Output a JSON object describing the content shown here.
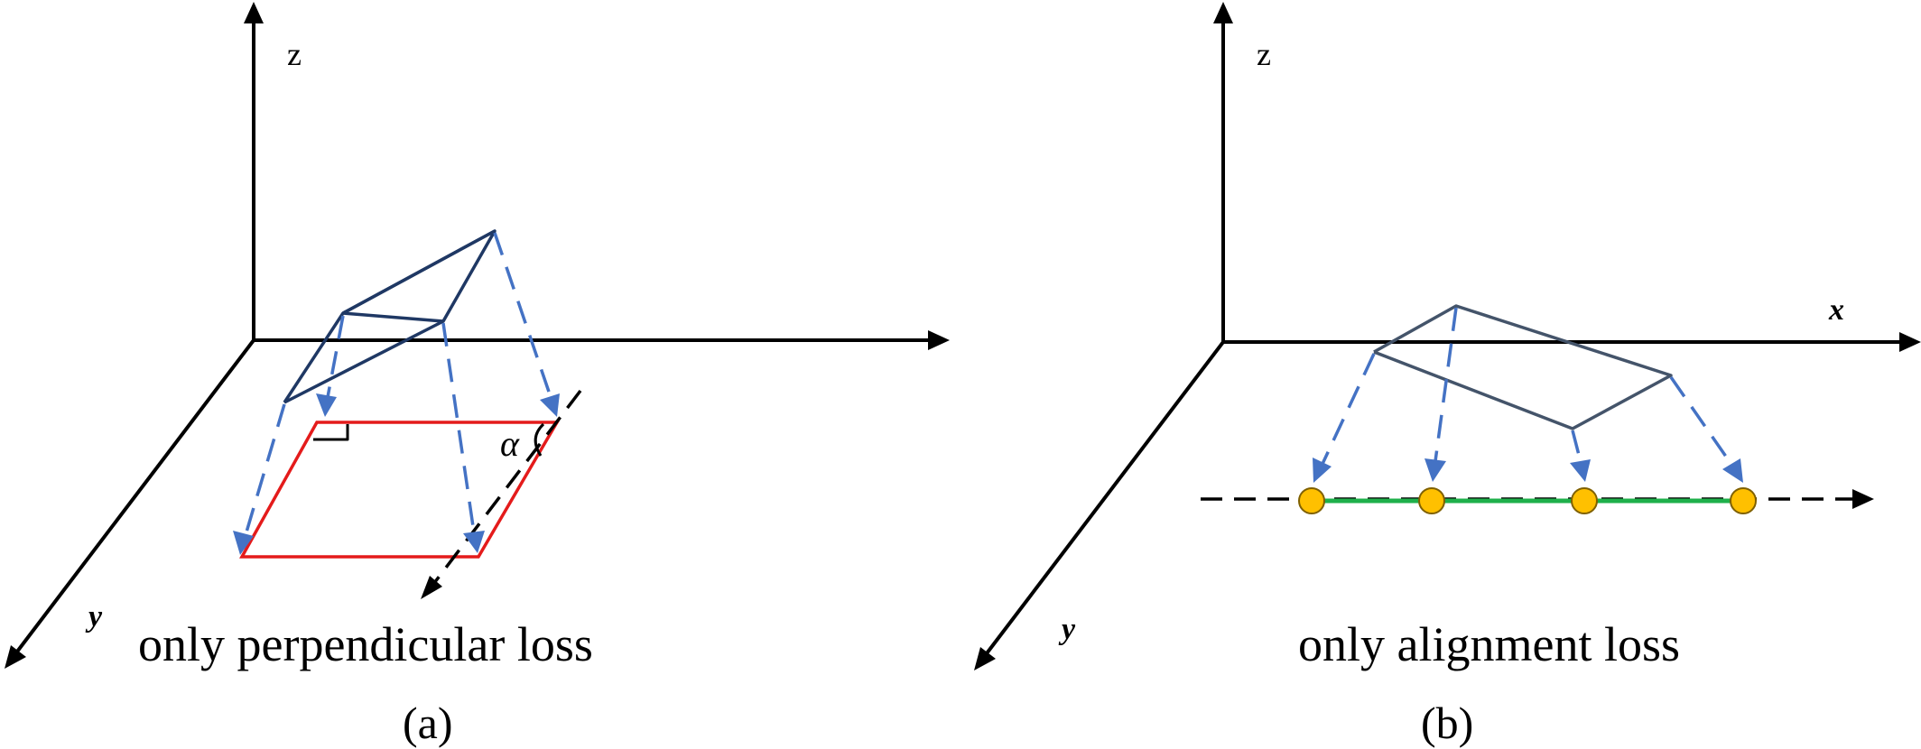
{
  "panel_a": {
    "z_label": "z",
    "y_label": "y",
    "angle_label": "α",
    "caption": "only perpendicular loss",
    "tag": "(a)"
  },
  "panel_b": {
    "z_label": "z",
    "x_label": "x",
    "y_label": "y",
    "caption": "only alignment loss",
    "tag": "(b)"
  },
  "colors": {
    "axis": "#000000",
    "shape": "#1f3864",
    "projection_arrow": "#4472c4",
    "projected_plane": "#e41b1b",
    "aligned_segment": "#1fb04b",
    "projected_point": "#ffc000"
  }
}
